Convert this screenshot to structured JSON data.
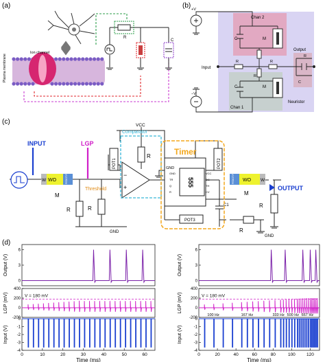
{
  "panel_labels": {
    "a": "(a)",
    "b": "(b)",
    "c": "(c)",
    "d": "(d)"
  },
  "panel_a": {
    "membrane_label": "Plasma membrane",
    "channel_label": "Ion channel",
    "resistor_label": "R",
    "capacitor_label": "C"
  },
  "panel_b": {
    "vdc_pos": "+V",
    "vdc_neg": "−V",
    "chan2": "Chan 2",
    "chan1": "Chan 1",
    "c2": "C",
    "m2": "M",
    "c1": "C",
    "m1": "M",
    "r1": "R",
    "r_l2": "R",
    "r_l1": "R",
    "input": "Input",
    "output": "Output",
    "r_out": "R",
    "c_out": "C",
    "neuristor": "Neuristor"
  },
  "panel_c": {
    "input": "INPUT",
    "output": "OUTPUT",
    "lgp": "LGP",
    "threshold": "Threshold",
    "comparator": "Comparator",
    "timer": "Timer",
    "vcc": "VCC",
    "gnd": "GND",
    "pot1": "POT1",
    "pot2": "POT2",
    "pot3": "POT3",
    "r0": "R",
    "r2": "R",
    "rth": "R",
    "r3": "R",
    "rv": "R",
    "c1": "C1",
    "m1": "M",
    "m2": "M",
    "w": "W",
    "wo3": "WO",
    "pedot": "PEDOT:PSS",
    "chip": "555",
    "pins_left": [
      "GND",
      "TR",
      "Q",
      "R"
    ],
    "pins_right": [
      "VCC",
      "DC",
      "TH",
      "CV"
    ]
  },
  "panel_d": {
    "left": {
      "xlabel": "Time (ms)",
      "xticks": [
        "0",
        "10",
        "20",
        "30",
        "40",
        "50",
        "60"
      ],
      "output_label": "Output (V)",
      "output_ticks": [
        "6",
        "3",
        "0"
      ],
      "lgp_label": "LGP (mV)",
      "lgp_ticks": [
        "400",
        "200",
        "0",
        "-200"
      ],
      "vt_label": "V",
      "input_label": "Input (V)",
      "input_ticks": [
        "0",
        "-1",
        "-2",
        "-3",
        "-4"
      ]
    },
    "right": {
      "xlabel": "Time (ms)",
      "xticks": [
        "0",
        "20",
        "40",
        "60",
        "80",
        "100",
        "120"
      ],
      "output_label": "Output (V)",
      "output_ticks": [
        "6",
        "3",
        "0"
      ],
      "lgp_label": "LGP (mV)",
      "lgp_ticks": [
        "400",
        "200",
        "0",
        "-200"
      ],
      "vt_label": "V",
      "input_label": "Input (V)",
      "input_ticks": [
        "0",
        "-1",
        "-2",
        "-3",
        "-4"
      ],
      "freq_labels": [
        "100 Hz",
        "167 Hz",
        "333 Hz",
        "500 Hz",
        "667 Hz"
      ]
    }
  },
  "colors": {
    "input_blue": "#1a3fd0",
    "lgp_magenta": "#d01ec8",
    "output_purple": "#7a1fa8",
    "comparator_cyan": "#38b7d8",
    "timer_orange": "#f3a71b",
    "chan2_pink": "#e2a4bd",
    "chan1_gray": "#c7d0cf",
    "neuristor_lavender": "#d9d4f3"
  },
  "chart_data": {
    "type": "line",
    "left": {
      "x_range": [
        0,
        65
      ],
      "input_spike_times_ms": [
        3,
        13,
        23,
        33,
        43,
        53,
        63
      ],
      "input_ylim": [
        -4,
        0
      ],
      "lgp_ylim": [
        -200,
        400
      ],
      "output_ylim": [
        -1,
        7
      ],
      "output_spike_times_ms": [
        35,
        43,
        51,
        59
      ],
      "threshold_mV": 180
    },
    "right": {
      "x_range": [
        0,
        130
      ],
      "input_ylim": [
        -4,
        0
      ],
      "lgp_ylim": [
        -200,
        400
      ],
      "output_ylim": [
        -1,
        7
      ],
      "output_spike_times_ms": [
        78,
        93,
        112,
        120,
        126
      ],
      "threshold_mV": 180
    }
  }
}
